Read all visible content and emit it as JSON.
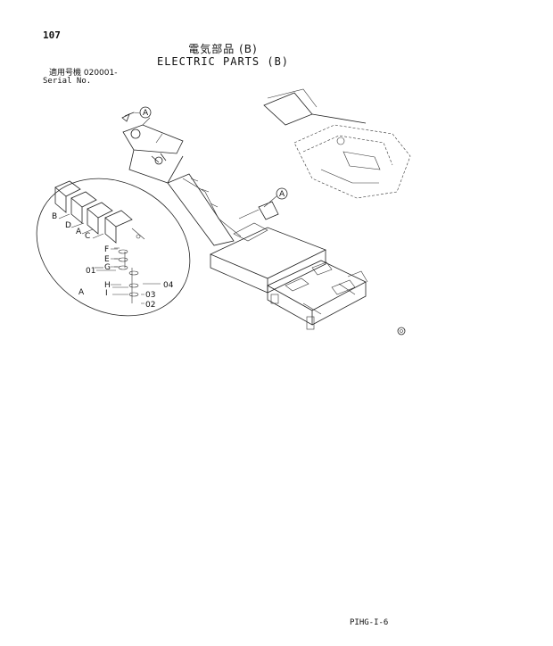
{
  "page": {
    "page_number": "107",
    "title_jp": "電気部品 (B)",
    "title_en": "ELECTRIC PARTS (B)",
    "serial_label_jp": "適用号機 020001-",
    "serial_label_en": "Serial No.",
    "footer_code": "PIHG-I-6"
  },
  "diagram": {
    "callouts": {
      "a_top": "A",
      "a_mid": "A",
      "b": "B",
      "d": "D",
      "a_side": "A",
      "c": "C",
      "f": "F",
      "e": "E",
      "g": "G",
      "h": "H",
      "i": "I",
      "a_bottom": "A",
      "p01": "01",
      "p02": "02",
      "p03": "03",
      "p04": "04"
    }
  }
}
